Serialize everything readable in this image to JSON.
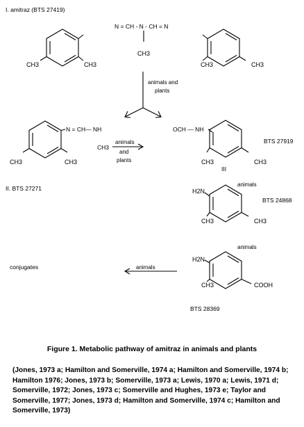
{
  "figure": {
    "caption": "Figure 1.  Metabolic pathway of amitraz in animals and plants",
    "references": "(Jones, 1973 a; Hamilton and Somerville, 1974 a; Hamilton and Somerville, 1974 b; Hamilton 1976; Jones, 1973 b; Somerville, 1973 a; Lewis, 1970 a; Lewis,  1971 d; Somerville, 1972; Jones, 1973 c; Somerville and Hughes, 1973 e; Taylor and Somerville, 1977; Jones, 1973 d; Hamilton and Somerville, 1974 c; Hamilton and Somerville, 1973)"
  },
  "compounds": {
    "amitraz": {
      "label": "I. amitraz   (BTS 27419)",
      "linker": "N = CH - N - CH = N",
      "linker_methyl": "CH3"
    },
    "bts27271": {
      "label": "II. BTS 27271",
      "side_chain": "N = CH— NH",
      "side_methyl": "CH3"
    },
    "bts27919": {
      "label": "BTS 27919",
      "group": "OCH — NH",
      "numeral": "III"
    },
    "bts24868": {
      "label": "BTS 24868",
      "group": "H2N"
    },
    "bts28369": {
      "label": "BTS 28369",
      "group": "H2N",
      "acid": "COOH"
    },
    "conjugates": {
      "label": "conjugates"
    }
  },
  "ring_substituents": {
    "methyl": "CH3"
  },
  "arrows": {
    "split": {
      "line1": "animals and",
      "line2": "plants"
    },
    "to_iii": {
      "line1": "animals",
      "line2": "and",
      "line3": "plants"
    },
    "to_iv": {
      "line1": "animals"
    },
    "to_v": {
      "line1": "animals"
    },
    "to_conjugates": {
      "line1": "animals"
    }
  }
}
